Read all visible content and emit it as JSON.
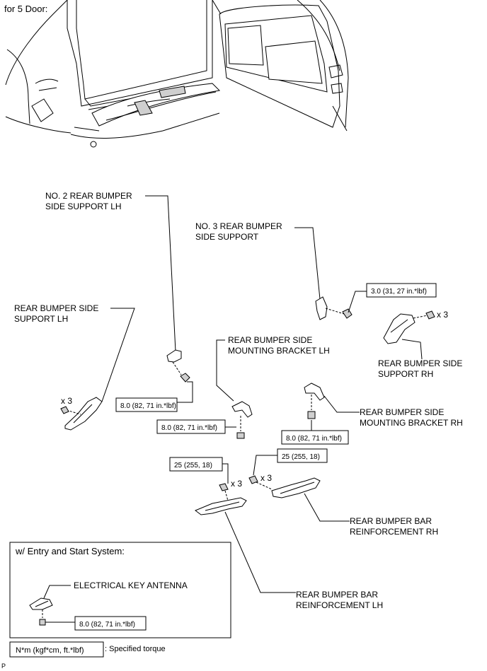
{
  "header": {
    "variant_label": "for 5 Door:"
  },
  "labels": {
    "no2_side_support_lh": [
      "NO. 2 REAR BUMPER",
      "SIDE SUPPORT LH"
    ],
    "no3_side_support": [
      "NO. 3 REAR BUMPER",
      "SIDE SUPPORT"
    ],
    "side_support_lh": [
      "REAR BUMPER SIDE",
      "SUPPORT LH"
    ],
    "side_mounting_bracket_lh": [
      "REAR BUMPER SIDE",
      "MOUNTING BRACKET LH"
    ],
    "side_support_rh": [
      "REAR BUMPER SIDE",
      "SUPPORT RH"
    ],
    "side_mounting_bracket_rh": [
      "REAR BUMPER SIDE",
      "MOUNTING BRACKET RH"
    ],
    "bar_reinforcement_rh": [
      "REAR BUMPER BAR",
      "REINFORCEMENT RH"
    ],
    "bar_reinforcement_lh": [
      "REAR BUMPER BAR",
      "REINFORCEMENT LH"
    ]
  },
  "torques": {
    "no3_bolt": "3.0 (31, 27 in.*lbf)",
    "no2_bolt": "8.0 (82, 71 in.*lbf)",
    "bracket_lh_bolt": "8.0 (82, 71 in.*lbf)",
    "bracket_rh_bolt": "8.0 (82, 71 in.*lbf)",
    "reinf_lh_bolt": "25 (255, 18)",
    "reinf_rh_bolt": "25 (255, 18)",
    "antenna_bolt": "8.0 (82, 71 in.*lbf)"
  },
  "quantities": {
    "side_support_rh": "x 3",
    "side_support_lh": "x 3",
    "reinf_lh": "x 3",
    "reinf_rh": "x 3"
  },
  "inset": {
    "title": "w/ Entry and Start System:",
    "antenna_label": "ELECTRICAL KEY ANTENNA"
  },
  "legend": {
    "unit_box": "N*m (kgf*cm, ft.*lbf)",
    "description": ": Specified torque"
  },
  "footer": {
    "corner_mark": "P"
  }
}
